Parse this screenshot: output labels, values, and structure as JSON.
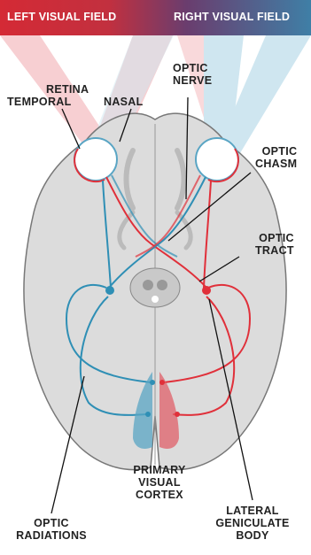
{
  "banner": {
    "left_label": "LEFT VISUAL FIELD",
    "right_label": "RIGHT VISUAL FIELD",
    "left_color": "#d42a35",
    "right_color": "#3f7fa6"
  },
  "labels": {
    "retina": "RETINA",
    "temporal": "TEMPORAL",
    "nasal": "NASAL",
    "optic_nerve_1": "OPTIC",
    "optic_nerve_2": "NERVE",
    "optic_chiasm_1": "OPTIC",
    "optic_chiasm_2": "CHASM",
    "optic_tract_1": "OPTIC",
    "optic_tract_2": "TRACT",
    "primary_visual_cortex_1": "PRIMARY",
    "primary_visual_cortex_2": "VISUAL",
    "primary_visual_cortex_3": "CORTEX",
    "optic_radiations_1": "OPTIC",
    "optic_radiations_2": "RADIATIONS",
    "lgn_1": "LATERAL",
    "lgn_2": "GENICULATE",
    "lgn_3": "BODY"
  },
  "colors": {
    "left_pathway": "#e0303a",
    "right_pathway": "#2f8fb5",
    "brain_fill": "#dcdcdc",
    "brain_stroke": "#777777"
  }
}
